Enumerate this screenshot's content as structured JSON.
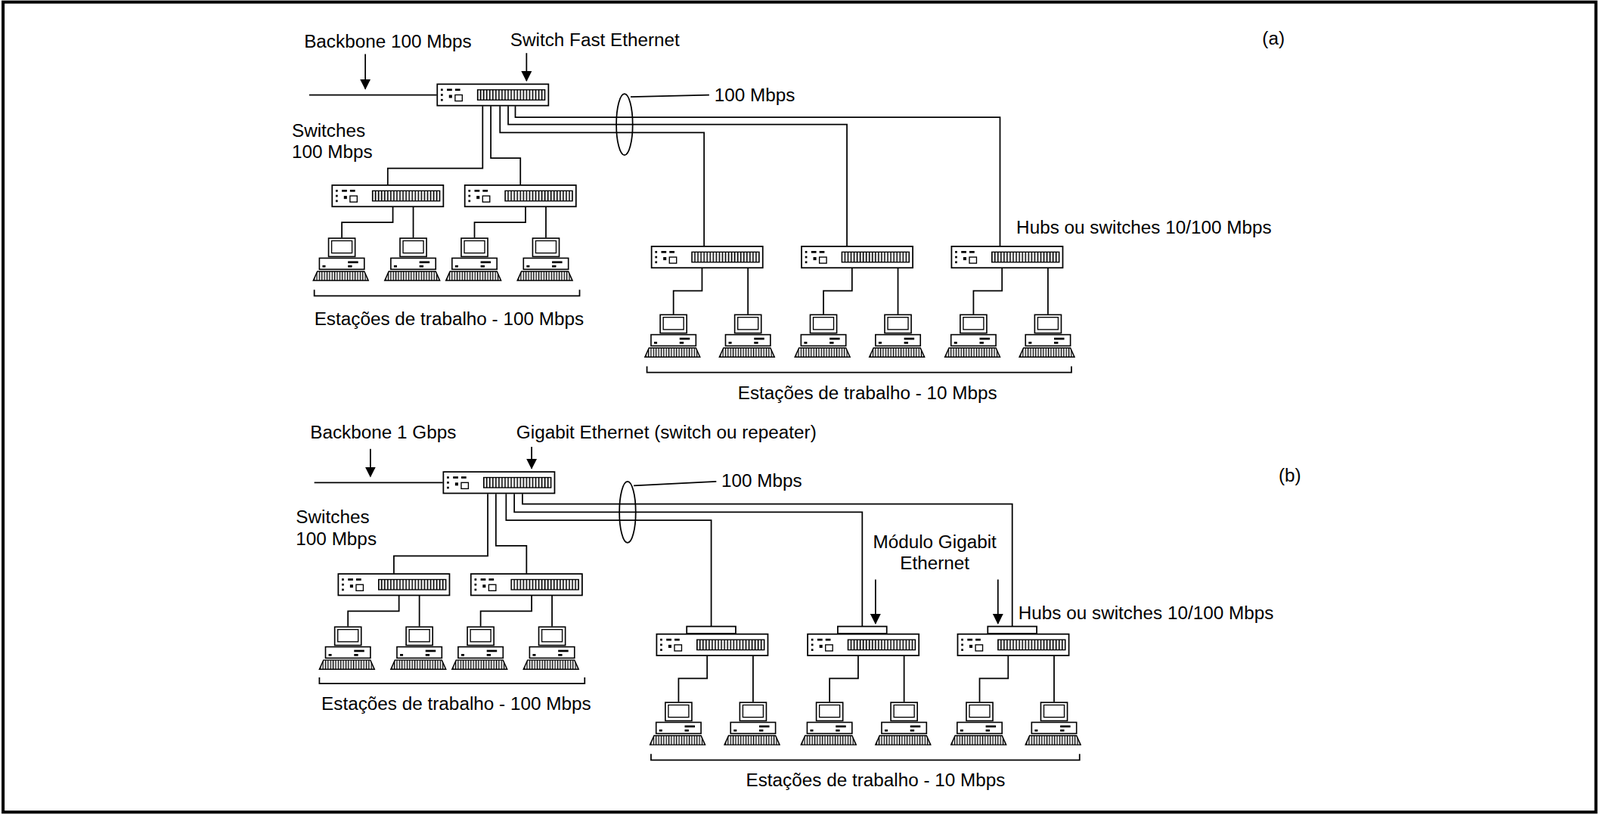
{
  "diagram": {
    "labels": [
      "(a)",
      "Backbone 100 Mbps",
      "Switch Fast Ethernet",
      "100 Mbps",
      "Switches 100 Mbps",
      "Hubs ou switches 10/100 Mbps",
      "Estações de trabalho - 100 Mbps",
      "Estações de trabalho - 10 Mbps",
      "Backbone 1 Gbps",
      "Gigabit Ethernet (switch ou repeater)",
      "100 Mbps",
      "(b)",
      "Switches 100 Mbps",
      "Módulo Gigabit Ethernet",
      "Hubs ou switches 10/100 Mbps",
      "Estações de trabalho - 100 Mbps",
      "Estações de trabalho - 10 Mbps"
    ]
  }
}
